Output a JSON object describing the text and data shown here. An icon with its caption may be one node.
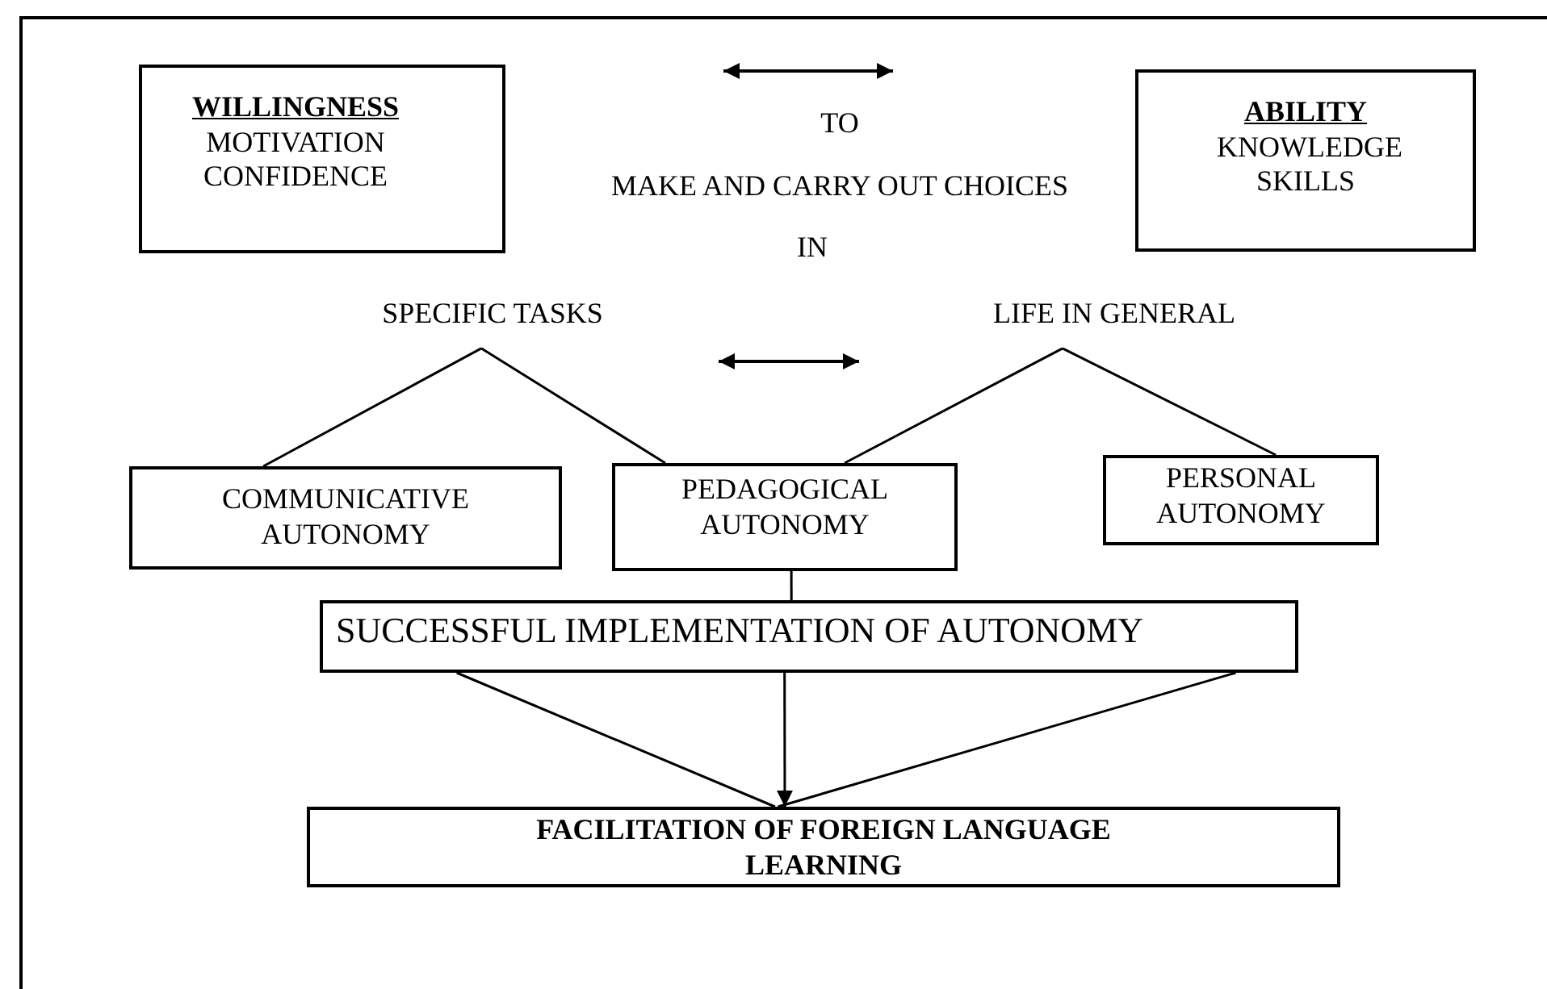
{
  "diagram": {
    "nodes": [
      {
        "text": [
          "WILLINGNESS",
          "MOTIVATION CONFIDENCE"
        ]
      },
      {
        "text": [
          "ABILITY",
          "KNOWLEDGE SKILLS"
        ]
      },
      {
        "text": [
          "SPECIFIC TASKS"
        ]
      },
      {
        "text": [
          "LIFE IN GENERAL"
        ]
      },
      {
        "text": [
          "COMMUNICATIVE AUTONOMY"
        ]
      },
      {
        "text": [
          "PEDAGOGICAL AUTONOMY"
        ]
      },
      {
        "text": [
          "PERSONAL AUTONOMY"
        ]
      },
      {
        "text": [
          "SUCCESSFUL IMPLEMENTATION OF AUTONOMY"
        ]
      },
      {
        "text": [
          "FACILITATION OF FOREIGN LANGUAGE LEARNING"
        ]
      }
    ],
    "edges": [
      {
        "from": 2,
        "to": 4,
        "arrow": "none"
      },
      {
        "from": 2,
        "to": 5,
        "arrow": "none"
      },
      {
        "from": 3,
        "to": 5,
        "arrow": "none"
      },
      {
        "from": 3,
        "to": 6,
        "arrow": "none"
      },
      {
        "from": 5,
        "to": 7,
        "arrow": "none"
      },
      {
        "from": 7,
        "to": 8,
        "arrow": "none"
      },
      {
        "from": 7,
        "to": 8,
        "arrow": "to"
      },
      {
        "from": 7,
        "to": 8,
        "arrow": "none"
      }
    ],
    "labels": [
      "TO",
      "MAKE AND CARRY OUT CHOICES",
      "IN"
    ]
  }
}
